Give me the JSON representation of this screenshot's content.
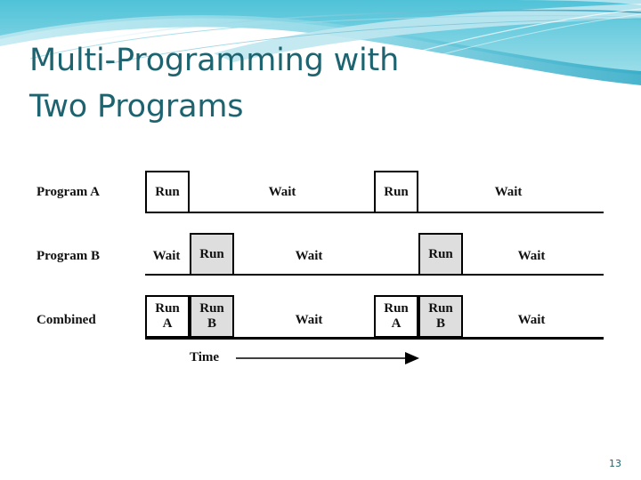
{
  "slide": {
    "title_lines": [
      "Multi-Programming with",
      "Two Programs"
    ],
    "page_number": "13",
    "accent_color": "#1d6470",
    "banner_colors": [
      "#5ec8da",
      "#8fd9e6",
      "#c9ecf3",
      "#36a8c4"
    ]
  },
  "diagram": {
    "time_axis": {
      "label": "Time",
      "arrow_icon": "right-arrow-icon"
    },
    "rows": [
      {
        "label": "Program A",
        "segments": [
          {
            "kind": "box",
            "text": "Run",
            "sub": "",
            "fill": "white"
          },
          {
            "kind": "wait",
            "text": "Wait"
          },
          {
            "kind": "box",
            "text": "Run",
            "sub": "",
            "fill": "white"
          },
          {
            "kind": "wait",
            "text": "Wait"
          }
        ]
      },
      {
        "label": "Program B",
        "segments": [
          {
            "kind": "wait",
            "text": "Wait"
          },
          {
            "kind": "box",
            "text": "Run",
            "sub": "",
            "fill": "grey"
          },
          {
            "kind": "wait",
            "text": "Wait"
          },
          {
            "kind": "box",
            "text": "Run",
            "sub": "",
            "fill": "grey"
          },
          {
            "kind": "wait",
            "text": "Wait"
          }
        ]
      },
      {
        "label": "Combined",
        "segments": [
          {
            "kind": "box",
            "text": "Run",
            "sub": "A",
            "fill": "white"
          },
          {
            "kind": "box",
            "text": "Run",
            "sub": "B",
            "fill": "grey"
          },
          {
            "kind": "wait",
            "text": "Wait"
          },
          {
            "kind": "box",
            "text": "Run",
            "sub": "A",
            "fill": "white"
          },
          {
            "kind": "box",
            "text": "Run",
            "sub": "B",
            "fill": "grey"
          },
          {
            "kind": "wait",
            "text": "Wait"
          }
        ]
      }
    ]
  }
}
